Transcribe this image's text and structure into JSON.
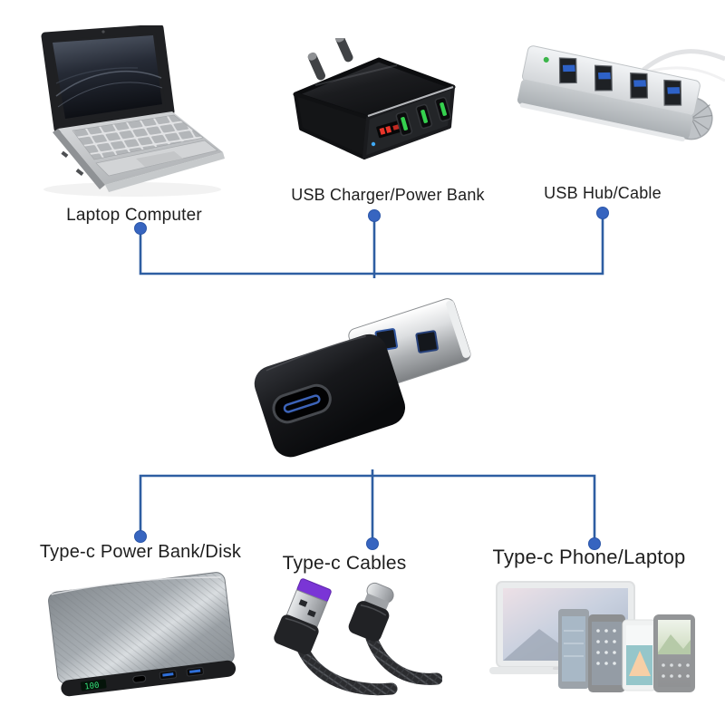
{
  "top_group": {
    "items": [
      {
        "label": "Laptop Computer",
        "icon": "laptop-computer-icon"
      },
      {
        "label": "USB Charger/Power Bank",
        "icon": "usb-wall-charger-icon"
      },
      {
        "label": "USB Hub/Cable",
        "icon": "usb-hub-icon"
      }
    ]
  },
  "center": {
    "icon": "usb-a-to-type-c-adapter-icon"
  },
  "bottom_group": {
    "items": [
      {
        "label": "Type-c Power Bank/Disk",
        "icon": "type-c-power-bank-icon"
      },
      {
        "label": "Type-c Cables",
        "icon": "type-c-cables-icon"
      },
      {
        "label": "Type-c Phone/Laptop",
        "icon": "type-c-phones-laptop-icon"
      }
    ]
  },
  "power_bank": {
    "display_value": "100"
  },
  "colors": {
    "background": "#ffffff",
    "connector_line": "#2e5ea2",
    "connector_dot": "#3765c0",
    "label_text": "#1e1e1e",
    "usb3_port_blue": "#2e62c8",
    "charger_port_green": "#35d14e",
    "charger_display_red": "#e8352a",
    "hub_led_green": "#3bb54a",
    "power_bank_display_green": "#35e07a",
    "cable_tip_purple": "#7a35d6",
    "adapter_tongue_blue": "#3c63b8"
  }
}
